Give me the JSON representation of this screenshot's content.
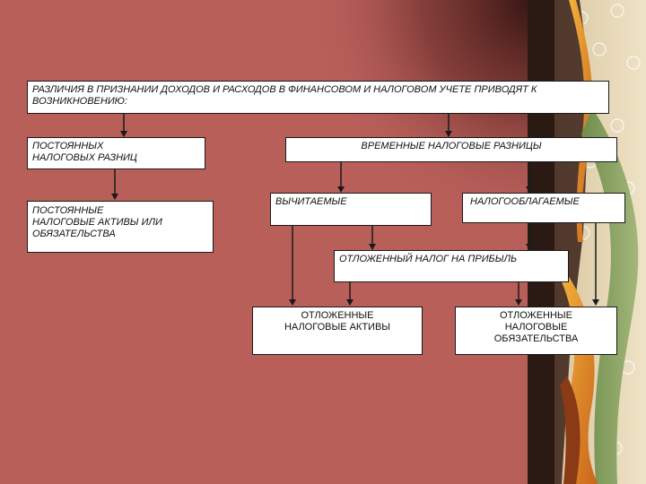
{
  "diagram": {
    "header": "РАЗЛИЧИЯ В ПРИЗНАНИИ ДОХОДОВ И РАСХОДОВ В ФИНАНСОВОМ И НАЛОГОВОМ УЧЕТЕ ПРИВОДЯТ К ВОЗНИКНОВЕНИЮ:",
    "permanent_differences": "ПОСТОЯННЫХ НАЛОГОВЫХ РАЗНИЦ",
    "permanent_assets_liabilities": "ПОСТОЯННЫЕ НАЛОГОВЫЕ АКТИВЫ ИЛИ ОБЯЗАТЕЛЬСТВА",
    "temporary_differences": "ВРЕМЕННЫЕ НАЛОГОВЫЕ РАЗНИЦЫ",
    "deductible": "ВЫЧИТАЕМЫЕ",
    "taxable": "НАЛОГООБЛАГАЕМЫЕ",
    "deferred_tax": "ОТЛОЖЕННЫЙ НАЛОГ НА ПРИБЫЛЬ",
    "deferred_tax_assets": "ОТЛОЖЕННЫЕ НАЛОГОВЫЕ АКТИВЫ",
    "deferred_tax_liabilities": "ОТЛОЖЕННЫЕ НАЛОГОВЫЕ ОБЯЗАТЕЛЬСТВА"
  },
  "colors": {
    "background": "#b95f5a",
    "box_fill": "#ffffff",
    "line": "#1a1a1a"
  }
}
